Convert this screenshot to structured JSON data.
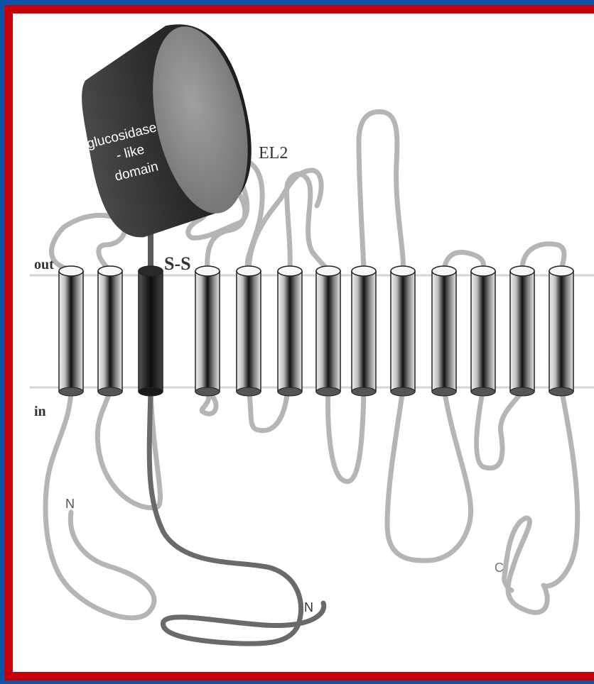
{
  "diagram": {
    "labels": {
      "out": "out",
      "in": "in",
      "el2": "EL2",
      "ss": "S-S",
      "domain_line1": "glucosidase",
      "domain_line2": "- like",
      "domain_line3": "domain",
      "n_term_light": "N",
      "n_term_dark": "N",
      "c_term": "C"
    },
    "helix_count": 13,
    "colors": {
      "frame_blue": "#0a55a8",
      "border_red": "#c8000a",
      "loop_light": "#b5b5b5",
      "loop_dark": "#6a6a6a",
      "domain_dark": "#333333",
      "domain_face": "#8a8a8a"
    }
  }
}
